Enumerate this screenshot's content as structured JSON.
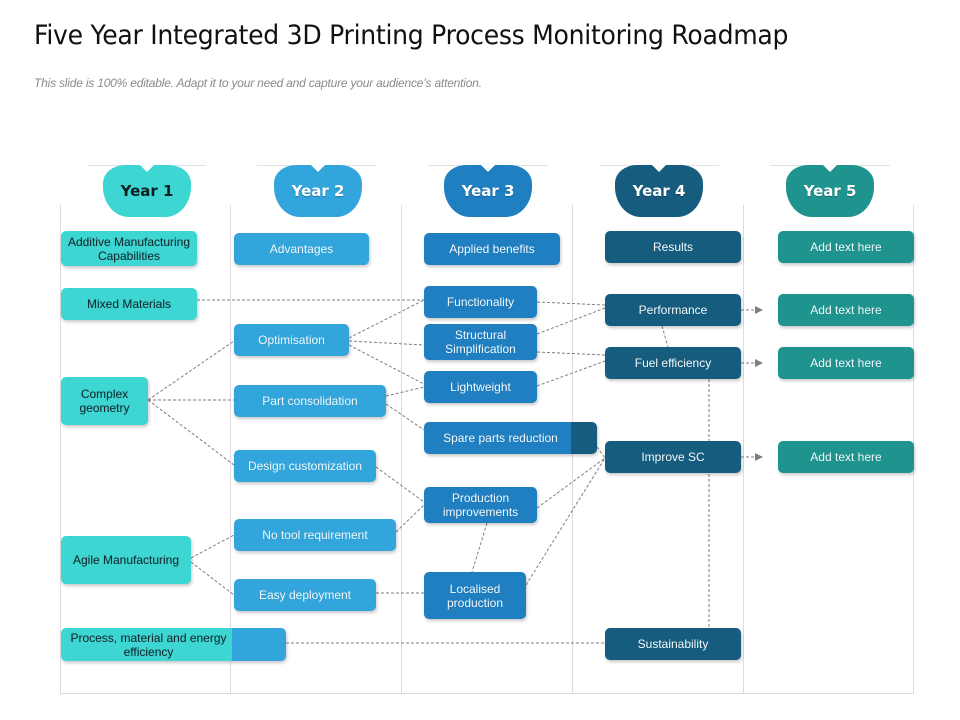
{
  "slide": {
    "title": "Five Year Integrated 3D Printing Process Monitoring Roadmap",
    "subtitle": "This slide is 100% editable. Adapt it to your need and capture your audience’s attention."
  },
  "colors": {
    "year1": "#3dd6d2",
    "year2": "#32a6dc",
    "year3": "#1f7fc1",
    "year4": "#165c7e",
    "year5": "#1f948f",
    "connector": "#7f7f7f",
    "grid": "#dcdcdc"
  },
  "years": [
    {
      "label": "Year 1"
    },
    {
      "label": "Year 2"
    },
    {
      "label": "Year 3"
    },
    {
      "label": "Year 4"
    },
    {
      "label": "Year 5"
    }
  ],
  "nodes": {
    "y1_additive": "Additive Manufacturing Capabilities",
    "y1_mixed": "Mixed Materials",
    "y1_complex": "Complex geometry",
    "y1_agile": "Agile Manufacturing",
    "y1_process": "Process, material and energy efficiency",
    "y2_advantages": "Advantages",
    "y2_optimisation": "Optimisation",
    "y2_part": "Part consolidation",
    "y2_design": "Design customization",
    "y2_notool": "No tool requirement",
    "y2_easy": "Easy deployment",
    "y3_applied": "Applied benefits",
    "y3_functionality": "Functionality",
    "y3_structural": "Structural Simplification",
    "y3_lightweight": "Lightweight",
    "y3_spare": "Spare parts reduction",
    "y3_production": "Production improvements",
    "y3_localised": "Localised production",
    "y4_results": "Results",
    "y4_performance": "Performance",
    "y4_fuel": "Fuel efficiency",
    "y4_improve": "Improve SC",
    "y4_sustainability": "Sustainability",
    "y5_1": "Add text here",
    "y5_2": "Add text here",
    "y5_3": "Add text here",
    "y5_4": "Add text here"
  },
  "connections": [
    {
      "from": "Mixed Materials",
      "to": "Functionality"
    },
    {
      "from": "Complex geometry",
      "to": "Optimisation"
    },
    {
      "from": "Complex geometry",
      "to": "Part consolidation"
    },
    {
      "from": "Complex geometry",
      "to": "Design customization"
    },
    {
      "from": "Optimisation",
      "to": "Functionality"
    },
    {
      "from": "Optimisation",
      "to": "Structural Simplification"
    },
    {
      "from": "Optimisation",
      "to": "Lightweight"
    },
    {
      "from": "Part consolidation",
      "to": "Lightweight"
    },
    {
      "from": "Part consolidation",
      "to": "Spare parts reduction"
    },
    {
      "from": "Design customization",
      "to": "Production improvements"
    },
    {
      "from": "Agile Manufacturing",
      "to": "No tool requirement"
    },
    {
      "from": "Agile Manufacturing",
      "to": "Easy deployment"
    },
    {
      "from": "No tool requirement",
      "to": "Production improvements"
    },
    {
      "from": "Easy deployment",
      "to": "Localised production"
    },
    {
      "from": "Production improvements",
      "to": "Localised production"
    },
    {
      "from": "Functionality",
      "to": "Performance"
    },
    {
      "from": "Structural Simplification",
      "to": "Performance"
    },
    {
      "from": "Structural Simplification",
      "to": "Fuel efficiency"
    },
    {
      "from": "Lightweight",
      "to": "Fuel efficiency"
    },
    {
      "from": "Performance",
      "to": "Fuel efficiency"
    },
    {
      "from": "Fuel efficiency",
      "to": "Sustainability"
    },
    {
      "from": "Spare parts reduction",
      "to": "Improve SC"
    },
    {
      "from": "Production improvements",
      "to": "Improve SC"
    },
    {
      "from": "Localised production",
      "to": "Improve SC"
    },
    {
      "from": "Process, material and energy efficiency",
      "to": "Sustainability"
    },
    {
      "from": "Performance",
      "to": "Add text here",
      "arrow": true
    },
    {
      "from": "Fuel efficiency",
      "to": "Add text here",
      "arrow": true
    },
    {
      "from": "Improve SC",
      "to": "Add text here",
      "arrow": true
    }
  ]
}
